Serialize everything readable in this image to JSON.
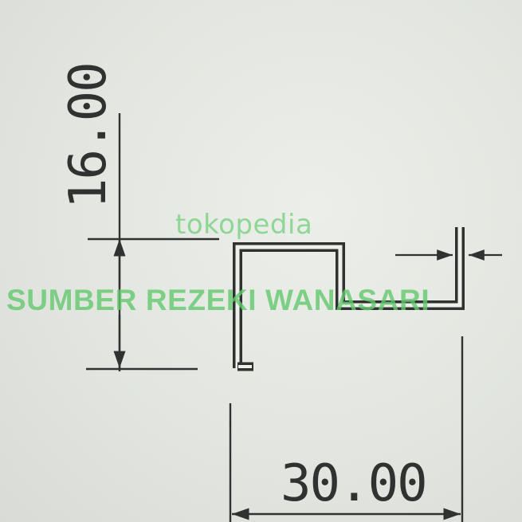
{
  "drawing": {
    "height_dimension": "16.00",
    "width_dimension": "30.00"
  },
  "watermark": {
    "brand": "tokopedia",
    "store": "SUMBER REZEKI WANASARI"
  },
  "colors": {
    "paper": "#e6e9e3",
    "ink": "#2f3230",
    "watermark": "#62c96d"
  }
}
